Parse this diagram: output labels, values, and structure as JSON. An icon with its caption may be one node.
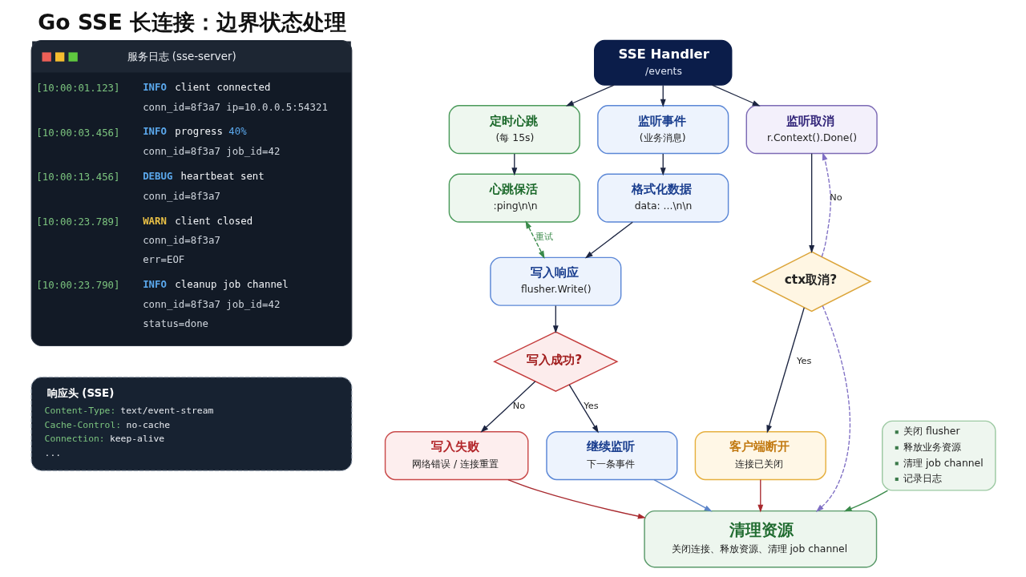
{
  "diagram": {
    "title": "Go SSE 长连接：边界状态处理",
    "nodes": [
      {
        "text": [
          "服务日志 (sse-server)",
          "[10:00:01.123]",
          "INFO",
          "client connected",
          "conn_id=8f3a7 ip=10.0.0.5:54321",
          "[10:00:03.456]",
          "INFO",
          "progress",
          "40%",
          "conn_id=8f3a7 job_id=42",
          "[10:00:13.456]",
          "DEBUG",
          "heartbeat sent",
          "conn_id=8f3a7",
          "[10:00:23.789]",
          "WARN",
          "client closed",
          "conn_id=8f3a7",
          "err=EOF",
          "[10:00:23.790]",
          "INFO",
          "cleanup job channel",
          "conn_id=8f3a7 job_id=42",
          "status=done"
        ]
      },
      {
        "text": [
          "响应头 (SSE)",
          "Content-Type:",
          "text/event-stream",
          "Cache-Control:",
          "no-cache",
          "Connection:",
          "keep-alive",
          "..."
        ]
      },
      {
        "text": [
          "SSE Handler",
          "/events"
        ]
      },
      {
        "text": [
          "定时心跳",
          "(每 15s)"
        ]
      },
      {
        "text": [
          "监听事件",
          "(业务消息)"
        ]
      },
      {
        "text": [
          "监听取消",
          "r.Context().Done()"
        ]
      },
      {
        "text": [
          "心跳保活",
          ":ping\\n\\n"
        ]
      },
      {
        "text": [
          "格式化数据",
          "data: ...\\n\\n"
        ]
      },
      {
        "text": [
          "写入响应",
          "flusher.Write()"
        ]
      },
      {
        "text": [
          "ctx取消?"
        ]
      },
      {
        "text": [
          "写入成功?"
        ]
      },
      {
        "text": [
          "写入失败",
          "网络错误 / 连接重置"
        ]
      },
      {
        "text": [
          "继续监听",
          "下一条事件"
        ]
      },
      {
        "text": [
          "客户端断开",
          "连接已关闭"
        ]
      },
      {
        "text": [
          "清理资源",
          "关闭连接、释放资源、清理 job channel"
        ]
      },
      {
        "text": [
          "关闭 flusher",
          "释放业务资源",
          "清理 job channel",
          "记录日志"
        ]
      }
    ],
    "edges": [
      {
        "from": 2,
        "to": 3,
        "arrow": "to"
      },
      {
        "from": 2,
        "to": 4,
        "arrow": "to"
      },
      {
        "from": 2,
        "to": 5,
        "arrow": "to"
      },
      {
        "from": 3,
        "to": 6,
        "arrow": "to"
      },
      {
        "from": 4,
        "to": 7,
        "arrow": "to"
      },
      {
        "from": 7,
        "to": 8,
        "arrow": "to"
      },
      {
        "from": 6,
        "to": 8,
        "arrow": "both",
        "label": "重试",
        "style": "dashed",
        "color": "#3a8a4a"
      },
      {
        "from": 5,
        "to": 9,
        "arrow": "to"
      },
      {
        "from": 9,
        "to": 5,
        "arrow": "to",
        "label": "No",
        "style": "dashed",
        "color": "#7f6fc4"
      },
      {
        "from": 9,
        "to": 14,
        "arrow": "to",
        "style": "dashed",
        "color": "#7f6fc4"
      },
      {
        "from": 8,
        "to": 10,
        "arrow": "to"
      },
      {
        "from": 10,
        "to": 11,
        "arrow": "to",
        "label": "No"
      },
      {
        "from": 10,
        "to": 12,
        "arrow": "to",
        "label": "Yes"
      },
      {
        "from": 9,
        "to": 13,
        "arrow": "to",
        "label": "Yes"
      },
      {
        "from": 11,
        "to": 14,
        "arrow": "to",
        "color": "#a8292e"
      },
      {
        "from": 12,
        "to": 14,
        "arrow": "to",
        "color": "#5b84c8"
      },
      {
        "from": 13,
        "to": 14,
        "arrow": "to",
        "color": "#a8292e"
      },
      {
        "from": 15,
        "to": 14,
        "arrow": "to",
        "color": "#3a8a4a"
      }
    ]
  }
}
